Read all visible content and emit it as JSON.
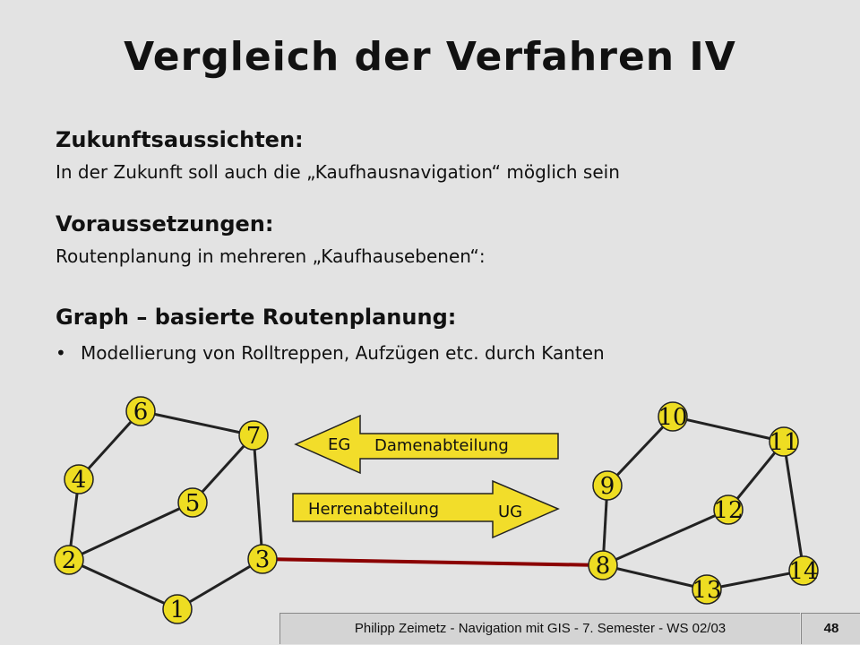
{
  "title": "Vergleich der Verfahren IV",
  "sections": [
    {
      "heading": "Zukunftsaussichten:",
      "text": "In der Zukunft soll auch die „Kaufhausnavigation“ möglich sein"
    },
    {
      "heading": "Voraussetzungen:",
      "text": "Routenplanung in mehreren „Kaufhausebenen“:"
    },
    {
      "heading": "Graph – basierte Routenplanung:",
      "bullet": "Modellierung von Rolltreppen, Aufzügen etc. durch Kanten"
    }
  ],
  "bullet_symbol": "•",
  "graph": {
    "nodes_left": [
      "1",
      "2",
      "3",
      "4",
      "5",
      "6",
      "7"
    ],
    "nodes_right": [
      "8",
      "9",
      "10",
      "11",
      "12",
      "13",
      "14"
    ],
    "arrow_left": {
      "level": "EG",
      "label": "Damenabteilung"
    },
    "arrow_right": {
      "level": "UG",
      "label": "Herrenabteilung"
    },
    "colors": {
      "node_fill": "#eedd22",
      "link_edge": "#8b0000",
      "arrow_fill": "#f2dd2a"
    }
  },
  "footer": {
    "text": "Philipp Zeimetz  -  Navigation mit GIS  -  7. Semester  -  WS 02/03",
    "page": "48"
  }
}
